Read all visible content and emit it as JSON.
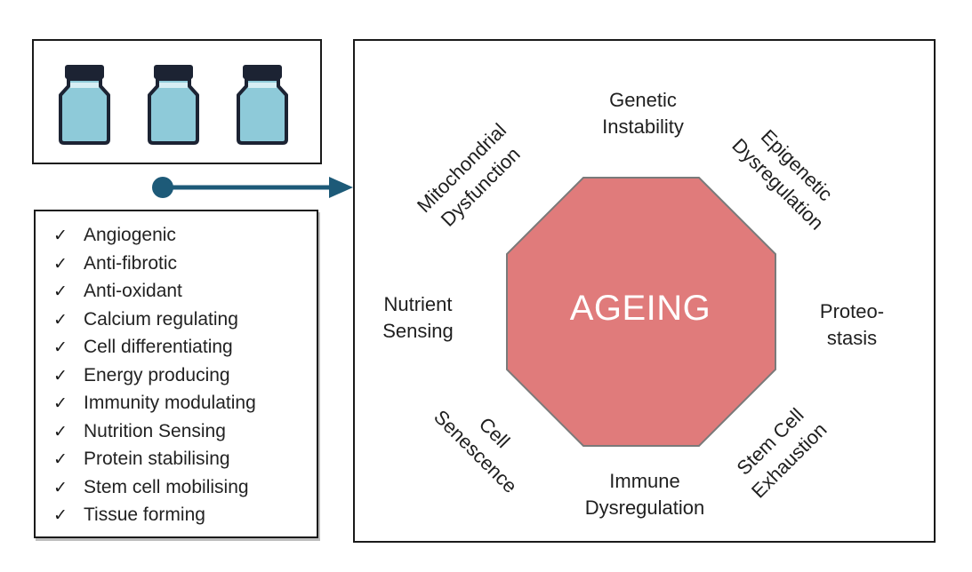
{
  "vials": [
    "vial-1",
    "vial-2",
    "vial-3"
  ],
  "benefits": [
    "Angiogenic",
    "Anti-fibrotic",
    "Anti-oxidant",
    "Calcium regulating",
    "Cell differentiating",
    "Energy producing",
    "Immunity modulating",
    "Nutrition Sensing",
    "Protein stabilising",
    "Stem cell mobilising",
    "Tissue forming"
  ],
  "tick_glyph": "✓",
  "center_label": "AGEING",
  "hallmarks": {
    "genetic": [
      "Genetic",
      "Instability"
    ],
    "epigenetic": [
      "Epigenetic",
      "Dysregulation"
    ],
    "proteostasis": [
      "Proteo-",
      "stasis"
    ],
    "stem_cell": [
      "Stem Cell",
      "Exhaustion"
    ],
    "immune": [
      "Immune",
      "Dysregulation"
    ],
    "senescence": [
      "Cell",
      "Senescence"
    ],
    "nutrient": [
      "Nutrient",
      "Sensing"
    ],
    "mitochondrial": [
      "Mitochondrial",
      "Dysfunction"
    ]
  },
  "colors": {
    "octagon_fill": "#e07b7b",
    "octagon_stroke": "#7a7a7a",
    "vial_fill": "#8ecad9",
    "vial_cap": "#1c2333",
    "arrow": "#1d5a78"
  }
}
